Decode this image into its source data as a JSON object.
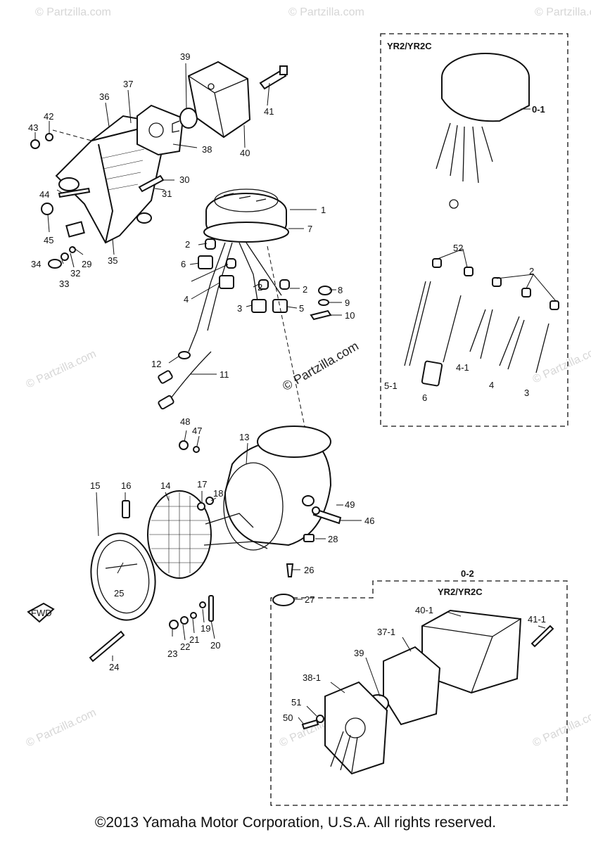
{
  "subassemblies": [
    {
      "group_label": "YR2/YR2C",
      "item_code": "0-1"
    },
    {
      "group_label": "YR2/YR2C",
      "item_code": "0-2"
    }
  ],
  "callouts": [
    "1",
    "2",
    "3",
    "4",
    "5",
    "6",
    "7",
    "8",
    "9",
    "10",
    "11",
    "12",
    "13",
    "14",
    "15",
    "16",
    "17",
    "18",
    "19",
    "20",
    "21",
    "22",
    "23",
    "24",
    "25",
    "26",
    "27",
    "28",
    "29",
    "30",
    "31",
    "32",
    "33",
    "34",
    "35",
    "36",
    "37",
    "38",
    "39",
    "40",
    "41",
    "42",
    "43",
    "44",
    "45",
    "46",
    "47",
    "48",
    "49",
    "50",
    "51",
    "52",
    "2",
    "2",
    "2",
    "4-1",
    "5-1",
    "6",
    "4",
    "3",
    "37-1",
    "38-1",
    "40-1",
    "41-1",
    "39"
  ],
  "fwd_label": "FWD",
  "watermarks": [
    "© Partzilla.com",
    "© Partzilla.com",
    "© Partzilla.com",
    "© Partzilla.com",
    "© Partzilla.com",
    "© Partzilla.com",
    "© Partzilla.com",
    "© Partzilla.com"
  ],
  "center_watermark": "© Partzilla.com",
  "copyright": "©2013 Yamaha Motor Corporation, U.S.A. All rights reserved."
}
